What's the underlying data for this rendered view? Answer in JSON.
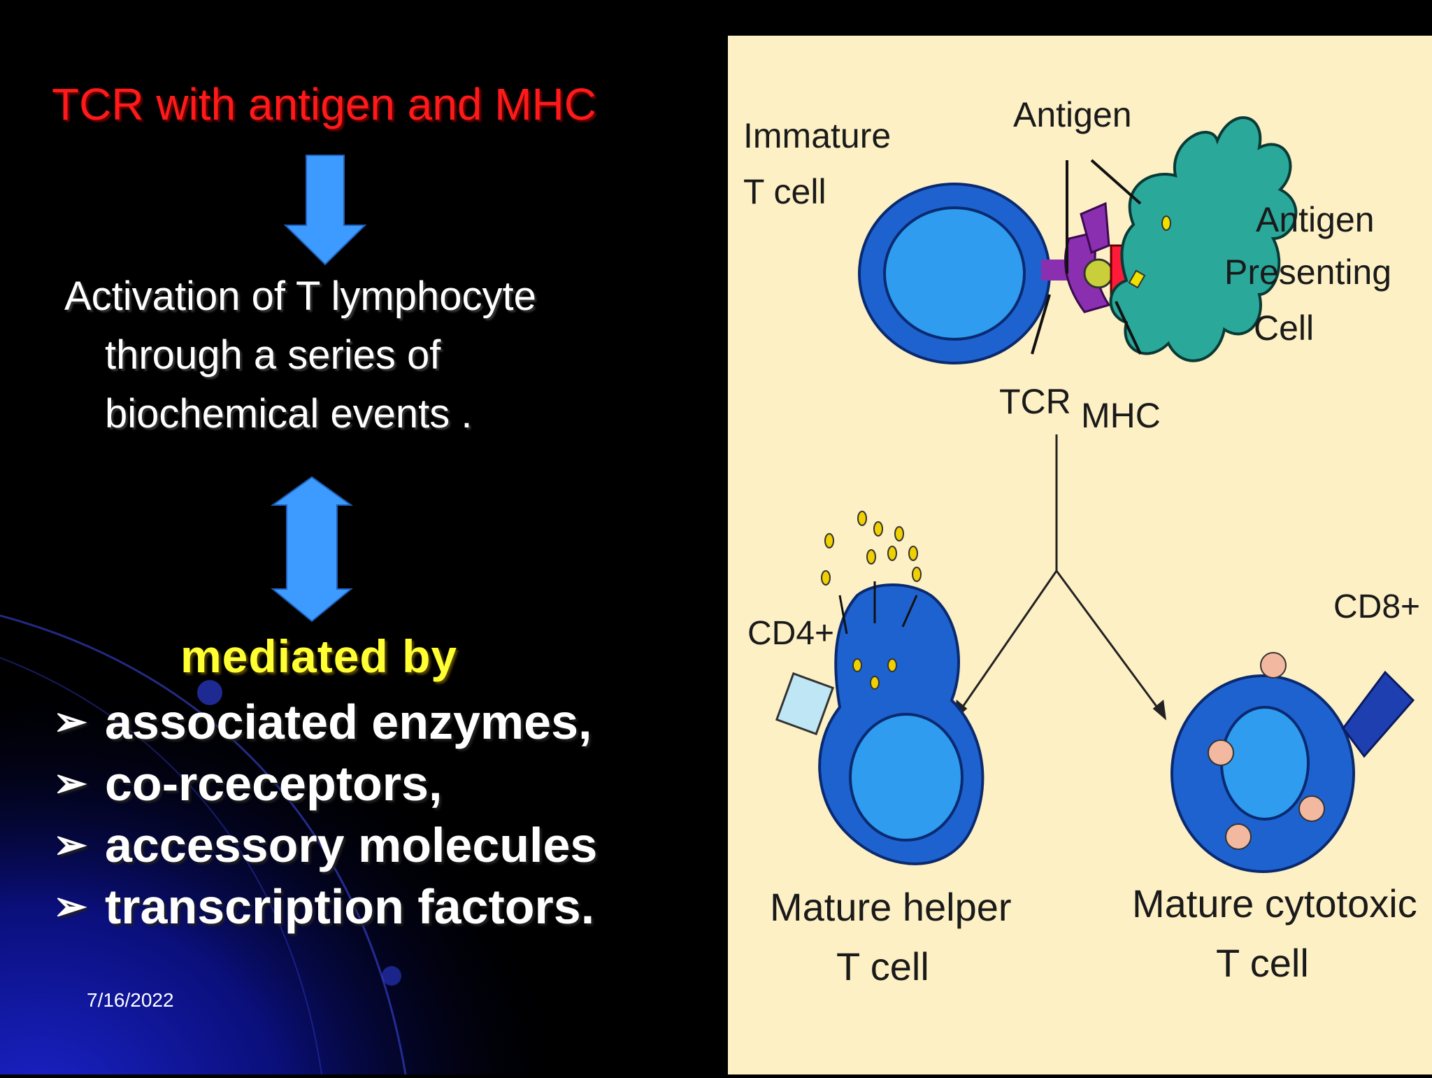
{
  "slide": {
    "title": "TCR with antigen and MHC",
    "activation_line1": "Activation of   T lymphocyte",
    "activation_line2": "through a series of",
    "activation_line3": "biochemical events .",
    "mediated_heading": "mediated by",
    "bullet_glyph": "➢",
    "bullets": [
      "associated enzymes,",
      "co-rceceptors,",
      "accessory molecules",
      "transcription factors."
    ],
    "date": "7/16/2022"
  },
  "diagram": {
    "immature_label_1": "Immature",
    "immature_label_2": "T cell",
    "antigen_label": "Antigen",
    "apc_label_1": "Antigen",
    "apc_label_2": "Presenting",
    "apc_label_3": "Cell",
    "tcr_label": "TCR",
    "mhc_label": "MHC",
    "cd4_label": "CD4+",
    "cd8_label": "CD8+",
    "helper_label_1": "Mature helper",
    "helper_label_2": "T cell",
    "cytotoxic_label_1": "Mature cytotoxic",
    "cytotoxic_label_2": "T cell"
  },
  "colors": {
    "title": "#ff1a1a",
    "heading": "#ffff33",
    "arrow": "#3d9bff",
    "panel": "#fdf0c4",
    "cell_dark": "#1e62d0",
    "cell_light": "#2f9cf0",
    "apc": "#2aa89a"
  }
}
